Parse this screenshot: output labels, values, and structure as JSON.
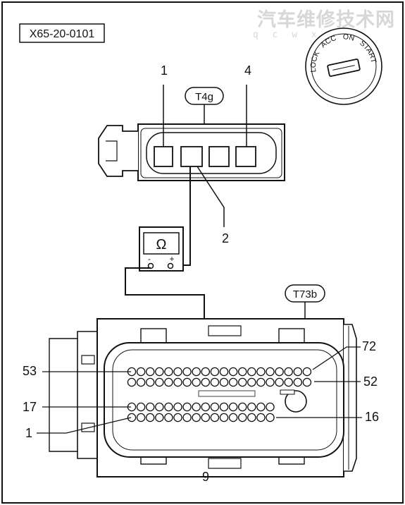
{
  "figure_id": "X65-20-0101",
  "watermark": {
    "text": "汽车维修技术网",
    "url": "q c w x j s"
  },
  "ignition_switch": {
    "icon": "ignition-key-switch-icon",
    "positions": [
      "LOCK",
      "ACC",
      "ON",
      "START"
    ]
  },
  "connector_top": {
    "name": "T4g",
    "pin_labels": [
      "1",
      "4",
      "2"
    ]
  },
  "meter": {
    "symbol": "Ω",
    "minus": "-",
    "plus": "+"
  },
  "connector_bottom": {
    "name": "T73b",
    "pin_labels": [
      "53",
      "72",
      "17",
      "52",
      "1",
      "16",
      "9"
    ]
  }
}
